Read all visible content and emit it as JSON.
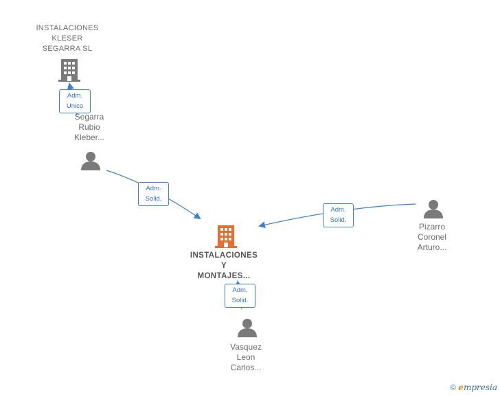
{
  "colors": {
    "accent": "#3d7fd1",
    "main_company": "#ee6a2d",
    "node_gray": "#7a7a7a"
  },
  "nodes": {
    "kleser": {
      "label": [
        "INSTALACIONES",
        "KLESER",
        "SEGARRA  SL"
      ],
      "icon": "building-icon"
    },
    "segarra": {
      "label": [
        "Segarra",
        "Rubio",
        "Kleber..."
      ],
      "icon": "person-icon"
    },
    "main": {
      "label": [
        "INSTALACIONES",
        "Y",
        "MONTAJES..."
      ],
      "icon": "building-icon"
    },
    "pizarro": {
      "label": [
        "Pizarro",
        "Coronel",
        "Arturo..."
      ],
      "icon": "person-icon"
    },
    "vasquez": {
      "label": [
        "Vasquez",
        "Leon",
        "Carlos..."
      ],
      "icon": "person-icon"
    }
  },
  "edges": [
    {
      "from": "segarra",
      "to": "kleser",
      "role": [
        "Adm.",
        "Unico"
      ]
    },
    {
      "from": "segarra",
      "to": "main",
      "role": [
        "Adm.",
        "Solid."
      ]
    },
    {
      "from": "pizarro",
      "to": "main",
      "role": [
        "Adm.",
        "Solid."
      ]
    },
    {
      "from": "vasquez",
      "to": "main",
      "role": [
        "Adm.",
        "Solid."
      ]
    }
  ],
  "footer": {
    "copyright": "©",
    "brand_initial": "e",
    "brand_rest": "mpresia"
  }
}
